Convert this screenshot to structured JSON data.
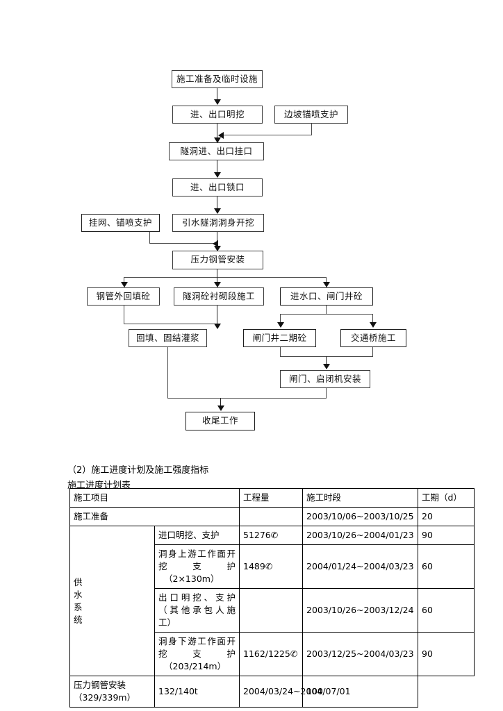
{
  "flowchart": {
    "nodes": [
      {
        "id": "prep",
        "label": "施工准备及临时设施"
      },
      {
        "id": "portal-open-cut",
        "label": "进、出口明挖"
      },
      {
        "id": "slope-support",
        "label": "边坡锚喷支护"
      },
      {
        "id": "tunnel-portal",
        "label": "隧洞进、出口挂口"
      },
      {
        "id": "portal-lock",
        "label": "进、出口锁口"
      },
      {
        "id": "mesh-support",
        "label": "挂网、锚喷支护"
      },
      {
        "id": "tunnel-body",
        "label": "引水隧洞洞身开挖"
      },
      {
        "id": "penstock",
        "label": "压力钢管安装"
      },
      {
        "id": "backfill-conc",
        "label": "钢管外回填砼"
      },
      {
        "id": "lining",
        "label": "隧洞砼衬砌段施工"
      },
      {
        "id": "intake-gate",
        "label": "进水口、闸门井砼"
      },
      {
        "id": "grouting",
        "label": "回填、固结灌浆"
      },
      {
        "id": "gate-2nd-conc",
        "label": "闸门井二期砼"
      },
      {
        "id": "traffic-bridge",
        "label": "交通桥施工"
      },
      {
        "id": "gate-hoist",
        "label": "闸门、启闭机安装"
      },
      {
        "id": "finishing",
        "label": "收尾工作"
      }
    ]
  },
  "caption": {
    "line1": "（2）施工进度计划及施工强度指标",
    "line2": "施工进度计划表"
  },
  "table": {
    "headers": [
      "施工项目",
      "工程量",
      "施工时段",
      "工期（d）"
    ],
    "group_label": "供水系统",
    "rows": [
      {
        "item": "施工准备",
        "item2": "",
        "qty": "",
        "period": "2003/10/06~2003/10/25",
        "duration": "20"
      },
      {
        "item": "进口明挖、支护",
        "item2": "",
        "qty": "51276",
        "qty_unit": "✆",
        "period": "2003/10/26~2004/01/23",
        "duration": "90"
      },
      {
        "item": "洞身上游工作面开挖支护",
        "item2": "（2×130m）",
        "qty": "1489",
        "qty_unit": "✆",
        "period": "2004/01/24~2004/03/23",
        "duration": "60"
      },
      {
        "item": "出口明挖、支护（其他承包人施",
        "item2": "工）",
        "qty": "",
        "qty_unit": "",
        "period": "2003/10/26~2003/12/24",
        "duration": "60"
      },
      {
        "item": "洞身下游工作面开挖支护",
        "item2": "（203/214m）",
        "qty": "1162/1225",
        "qty_unit": "✆",
        "period": "2003/12/25~2004/03/23",
        "duration": "90"
      },
      {
        "item": "压力钢管安装（329/339m）",
        "item2": "",
        "qty": "132/140t",
        "qty_unit": "",
        "period": "2004/03/24~2004/07/01",
        "duration": "100"
      }
    ]
  }
}
